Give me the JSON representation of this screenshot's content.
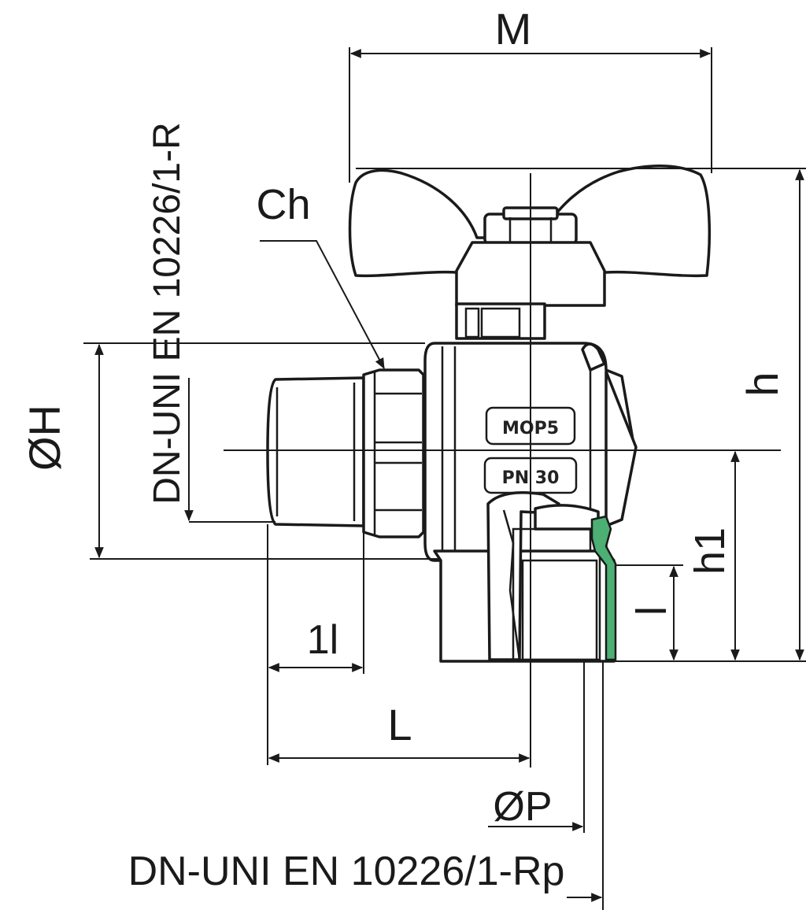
{
  "labels": {
    "M": "M",
    "Ch": "Ch",
    "dn_male": "DN-UNI EN 10226/1-R",
    "dia_H": "ØH",
    "h": "h",
    "h1": "h1",
    "l": "l",
    "one_l": "1l",
    "L": "L",
    "dia_P": "ØP",
    "dn_female": "DN-UNI EN 10226/1-Rp"
  },
  "stamps": {
    "mop": "MOP5",
    "pn": "PN 30"
  },
  "colors": {
    "line": "#1a1a1a",
    "seal": "#4caf73"
  }
}
